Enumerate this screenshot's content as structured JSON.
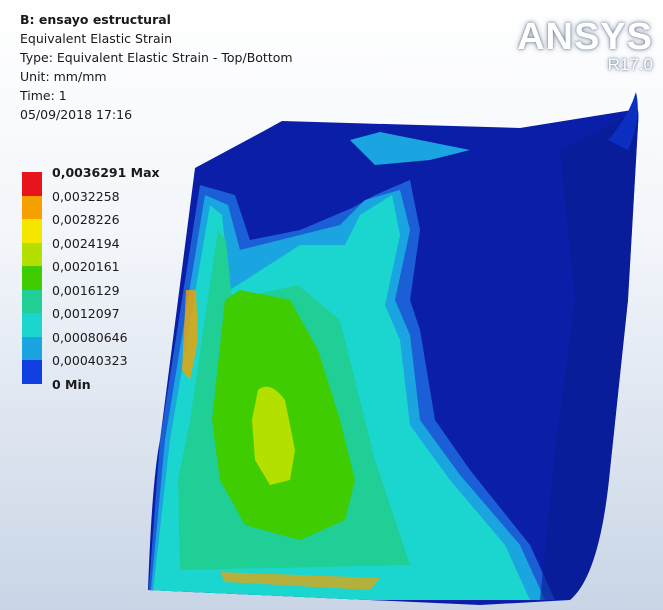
{
  "info": {
    "project": "B: ensayo estructural",
    "result": "Equivalent Elastic Strain",
    "type": "Type: Equivalent Elastic Strain - Top/Bottom",
    "unit": "Unit: mm/mm",
    "time": "Time: 1",
    "datetime": "05/09/2018 17:16"
  },
  "brand": {
    "name": "ANSYS",
    "version": "R17.0"
  },
  "legend": {
    "labels": [
      "0,0036291 Max",
      "0,0032258",
      "0,0028226",
      "0,0024194",
      "0,0020161",
      "0,0016129",
      "0,0012097",
      "0,00080646",
      "0,00040323",
      "0 Min"
    ],
    "colors": [
      "#e8141c",
      "#f5a000",
      "#f5e600",
      "#b4e000",
      "#3fcc00",
      "#1fcf96",
      "#1ad6cf",
      "#1aa4e0",
      "#0f3fde"
    ]
  }
}
